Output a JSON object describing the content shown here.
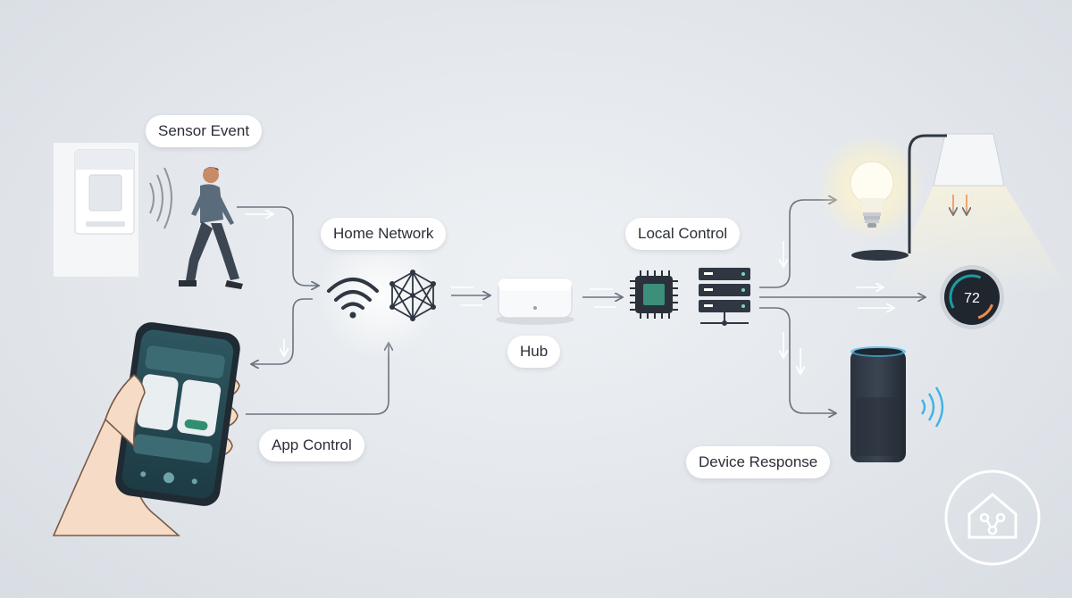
{
  "labels": {
    "sensor_event": "Sensor Event",
    "home_network": "Home Network",
    "local_control": "Local Control",
    "hub": "Hub",
    "app_control": "App Control",
    "device_response": "Device Response"
  },
  "thermostat": {
    "temperature": "72"
  },
  "colors": {
    "arrow": "#6b7480",
    "wifi": "#2f3742",
    "accent_teal": "#1e9aa3",
    "accent_orange": "#f08a4b",
    "speaker_glow": "#3fb4e6",
    "logo_ring": "#ffffff"
  },
  "icons": [
    "motion-sensor-icon",
    "walking-person-icon",
    "wifi-icon",
    "mesh-network-icon",
    "hub-device-icon",
    "chip-icon",
    "server-stack-icon",
    "light-bulb-icon",
    "floor-lamp-icon",
    "thermostat-icon",
    "smart-speaker-icon",
    "smartphone-app-icon",
    "home-logo-icon"
  ]
}
